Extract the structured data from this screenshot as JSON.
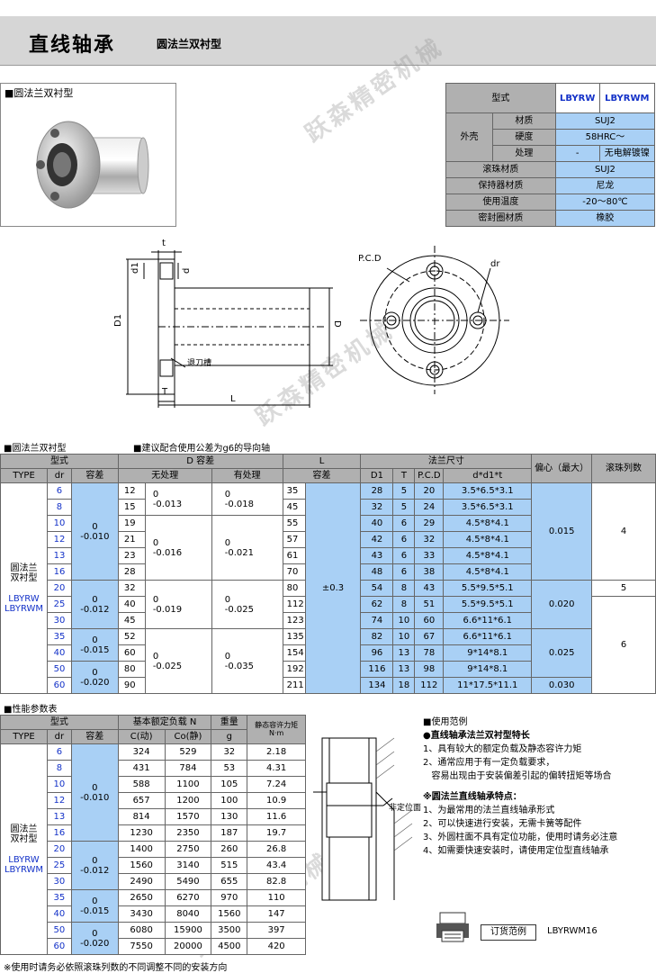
{
  "header": {
    "title": "直线轴承",
    "subtitle": "圆法兰双衬型"
  },
  "watermark": "跃森精密机械",
  "photo_caption": "■圆法兰双衬型",
  "material": {
    "rows": [
      [
        "型式",
        "",
        "LBYRW",
        "LBYRWM"
      ],
      [
        "外壳",
        "材质",
        "SUJ2",
        ""
      ],
      [
        "",
        "硬度",
        "58HRC～",
        ""
      ],
      [
        "",
        "处理",
        "-",
        "无电解镀镍"
      ],
      [
        "滚珠材质",
        "",
        "SUJ2",
        ""
      ],
      [
        "保持器材质",
        "",
        "尼龙",
        ""
      ],
      [
        "使用温度",
        "",
        "-20～80℃",
        ""
      ],
      [
        "密封圈材质",
        "",
        "橡胶",
        ""
      ]
    ]
  },
  "drawing": {
    "t": "t",
    "d1": "d1",
    "d": "d",
    "D1": "D1",
    "D": "D",
    "T": "T",
    "L": "L",
    "groove": "退刀槽",
    "pcd": "P.C.D",
    "dr": "dr"
  },
  "dim_section": {
    "label1": "■圆法兰双衬型",
    "label2": "■建议配合使用公差为g6的导向轴"
  },
  "dim_table": {
    "head1": [
      "型式",
      "D 容差",
      "L",
      "法兰尺寸",
      "偏心（最大）",
      "滚珠列数"
    ],
    "head2": [
      "TYPE",
      "dr",
      "容差",
      "无处理",
      "有处理",
      "容差",
      "D1",
      "T",
      "P.C.D",
      "d*d1*t"
    ],
    "type_name": "圆法兰双衬型",
    "type_codes": "LBYRW LBYRWM",
    "rows": [
      [
        "6",
        "12",
        "35",
        "28",
        "5",
        "20",
        "3.5*6.5*3.1"
      ],
      [
        "8",
        "15",
        "45",
        "32",
        "5",
        "24",
        "3.5*6.5*3.1"
      ],
      [
        "10",
        "19",
        "55",
        "40",
        "6",
        "29",
        "4.5*8*4.1"
      ],
      [
        "12",
        "21",
        "57",
        "42",
        "6",
        "32",
        "4.5*8*4.1"
      ],
      [
        "13",
        "23",
        "61",
        "43",
        "6",
        "33",
        "4.5*8*4.1"
      ],
      [
        "16",
        "28",
        "70",
        "48",
        "6",
        "38",
        "4.5*8*4.1"
      ],
      [
        "20",
        "32",
        "80",
        "54",
        "8",
        "43",
        "5.5*9.5*5.1"
      ],
      [
        "25",
        "40",
        "112",
        "62",
        "8",
        "51",
        "5.5*9.5*5.1"
      ],
      [
        "30",
        "45",
        "123",
        "74",
        "10",
        "60",
        "6.6*11*6.1"
      ],
      [
        "35",
        "52",
        "135",
        "82",
        "10",
        "67",
        "6.6*11*6.1"
      ],
      [
        "40",
        "60",
        "154",
        "96",
        "13",
        "78",
        "9*14*8.1"
      ],
      [
        "50",
        "80",
        "192",
        "116",
        "13",
        "98",
        "9*14*8.1"
      ],
      [
        "60",
        "90",
        "211",
        "134",
        "18",
        "112",
        "11*17.5*11.1"
      ]
    ],
    "dr_tol": [
      "0\n-0.010",
      "0\n-0.012",
      "0\n-0.015",
      "0\n-0.020"
    ],
    "D_none": [
      "0\n-0.013",
      "0\n-0.016",
      "0\n-0.019",
      "0\n-0.025"
    ],
    "D_treated": [
      "0\n-0.018",
      "0\n-0.021",
      "0\n-0.025",
      "0\n-0.035"
    ],
    "L_tol": "±0.3",
    "ecc": [
      "0.015",
      "0.020",
      "0.025",
      "0.030"
    ],
    "balls": [
      "4",
      "5",
      "6"
    ]
  },
  "perf": {
    "label": "■性能参数表",
    "head1": [
      "型式",
      "基本额定负载 N",
      "重量",
      "静态容许力矩 N·m"
    ],
    "head2": [
      "TYPE",
      "dr",
      "容差",
      "C(动)",
      "Co(静)",
      "g"
    ],
    "rows": [
      [
        "6",
        "324",
        "529",
        "32",
        "2.18"
      ],
      [
        "8",
        "431",
        "784",
        "53",
        "4.31"
      ],
      [
        "10",
        "588",
        "1100",
        "105",
        "7.24"
      ],
      [
        "12",
        "657",
        "1200",
        "100",
        "10.9"
      ],
      [
        "13",
        "814",
        "1570",
        "130",
        "11.6"
      ],
      [
        "16",
        "1230",
        "2350",
        "187",
        "19.7"
      ],
      [
        "20",
        "1400",
        "2750",
        "260",
        "26.8"
      ],
      [
        "25",
        "1560",
        "3140",
        "515",
        "43.4"
      ],
      [
        "30",
        "2490",
        "5490",
        "655",
        "82.8"
      ],
      [
        "35",
        "2650",
        "6270",
        "970",
        "110"
      ],
      [
        "40",
        "3430",
        "8040",
        "1560",
        "147"
      ],
      [
        "50",
        "6080",
        "15900",
        "3500",
        "397"
      ],
      [
        "60",
        "7550",
        "20000",
        "4500",
        "420"
      ]
    ]
  },
  "usage": {
    "title": "■使用范例",
    "feat_title": "●直线轴承法兰双衬型特长",
    "feats": [
      "1、具有较大的额定负载及静态容许力矩",
      "2、通常应用于有一定负载要求，",
      "   容易出现由于安装偏差引起的偏转扭矩等场合"
    ],
    "point_title": "※圆法兰直线轴承特点：",
    "points": [
      "1、为最常用的法兰直线轴承形式",
      "2、可以快速进行安装，无需卡簧等配件",
      "3、外圆柱面不具有定位功能，使用时请务必注意",
      "4、如需要快速安装时，请使用定位型直线轴承"
    ],
    "pos_label": "非定位面",
    "order_label": "订货范例",
    "order_code": "LBYRWM16"
  },
  "footnote": "※使用时请务必依照滚珠列数的不同调整不同的安装方向"
}
